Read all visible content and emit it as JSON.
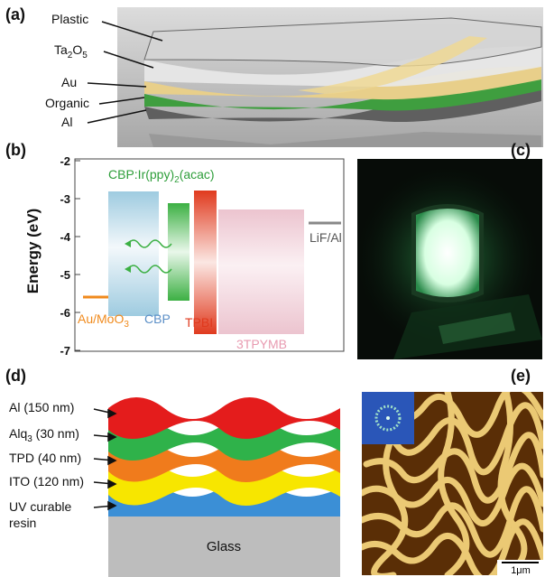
{
  "panels": {
    "a": {
      "label": "(a)",
      "layers": [
        "Plastic",
        "Ta2O5",
        "Au",
        "Organic",
        "Al"
      ],
      "layer_colors": {
        "plastic": "#cfcfcf",
        "ta2o5": "#e6e6e6",
        "au": "#e8cf8a",
        "organic": "#3f9e3f",
        "al": "#6b6b6b"
      }
    },
    "b": {
      "label": "(b)",
      "ylabel": "Energy (eV)",
      "yticks": [
        "-2",
        "-3",
        "-4",
        "-5",
        "-6",
        "-7"
      ],
      "emitter_label": "CBP:Ir(ppy)2(acac)",
      "materials": [
        {
          "name": "Au/MoO3",
          "color": "#f08a1c",
          "level": -5.8
        },
        {
          "name": "CBP",
          "color": "#5b8fc7",
          "lumo": -2.6,
          "homo": -6.1
        },
        {
          "name": "Ir(ppy)2(acac)",
          "color": "#3cb043",
          "lumo": -3.0,
          "homo": -5.8
        },
        {
          "name": "TPBI",
          "color": "#e03a1e",
          "lumo": -2.7,
          "homo": -6.8
        },
        {
          "name": "3TPYMB",
          "color": "#e8a6b8",
          "lumo": -3.3,
          "homo": -6.8
        },
        {
          "name": "LiF/Al",
          "color": "#888888",
          "level": -3.7
        }
      ]
    },
    "c": {
      "label": "(c)",
      "glow_color": "#c8ffd8"
    },
    "d": {
      "label": "(d)",
      "layers": [
        "Al (150 nm)",
        "Alq3 (30 nm)",
        "TPD (40 nm)",
        "ITO (120 nm)",
        "UV curable",
        "resin"
      ],
      "layer_colors": {
        "al": "#e41c1c",
        "alq3": "#2fb24a",
        "tpd": "#f07b1c",
        "ito": "#f7e600",
        "resin": "#3b8fd6",
        "glass": "#bdbdbd"
      },
      "substrate": "Glass"
    },
    "e": {
      "label": "(e)",
      "scalebar": "1μm",
      "colors": {
        "high": "#f3d27a",
        "low": "#3a1d05",
        "inset": "#2a56b8"
      }
    }
  }
}
